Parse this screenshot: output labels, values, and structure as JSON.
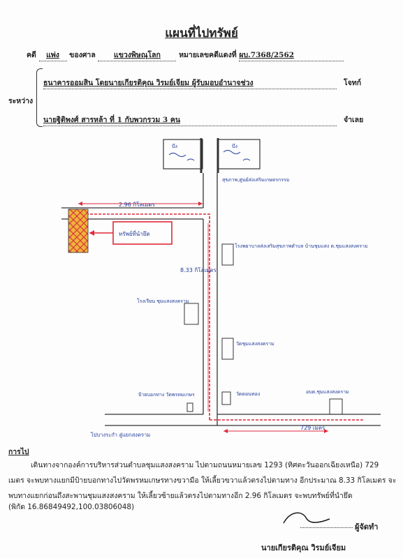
{
  "document": {
    "title": "แผนที่ไปทรัพย์",
    "case_label": "คดี",
    "case_type": "แพ่ง",
    "court_label": "ของศาล",
    "court": "แขวงพิษณุโลก",
    "case_no_label": "หมายเลขคดีแดงที่",
    "case_no": "ผบ.7368/2562",
    "between_label": "ระหว่าง",
    "plaintiff": "ธนาคารออมสิน โดยนายเกียรติคุณ วิรมย์เจียม ผู้รับมอบอำนาจช่วง",
    "plaintiff_role": "โจทก์",
    "defendant": "นายฐิติพงศ์ สารหล้า ที่ 1 กับพวกรวม 3 คน",
    "defendant_role": "จำเลย"
  },
  "map": {
    "water_label_left": "บึง",
    "water_label_right": "บึง",
    "top_label": "สุขภาพ,ศูนย์ส่งเสริมเกษตรกรรม",
    "distance_top": "2.96 กิโลเมตร",
    "distance_vertical": "8.33 กิโลเมตร",
    "distance_bottom": "729 เมตร",
    "property_label": "ทรัพย์ที่นำยึด",
    "landmark_1": "โรงพยาบาลส่งเสริมสุขภาพตำบล บ้านชุมแสง ต.ชุมแสงสงคราม",
    "landmark_2": "โรงเรียน ชุมแสงสงคราม",
    "landmark_3": "วัดชุมแสงสงคราม",
    "landmark_4": "วัดดอนทอง",
    "landmark_5": "ป้ายบอกทาง วัดพรหมเกษร",
    "landmark_6": "อบต.ชุมแสงสงคราม",
    "start_label": "ไปบางระกำ สู่แยกสงคราม"
  },
  "directions": {
    "heading": "การไป",
    "line1": "เดินทางจากองค์การบริหารส่วนตำบลชุมแสงสงคราม ไปตามถนนหมายเลข 1293 (ทิศตะวันออกเฉียงเหนือ) 729",
    "line2": "เมตร จะพบทางแยกมีป้ายบอกทางไปวัดพรหมเกษรทางขวามือ ให้เลี้ยวขวาแล้วตรงไปตามทาง อีกประมาณ 8.33 กิโลเมตร จะ",
    "line3": "พบทางแยกก่อนถึงสะพานชุมแสงสงคราม ให้เลี้ยวซ้ายแล้วตรงไปตามทางอีก 2.96 กิโลเมตร   จะพบทรัพย์ที่นำยึด",
    "coords": "(พิกัด 16.86849492,100.03806048)"
  },
  "signature": {
    "role": "ผู้จัดทำ",
    "name": "นายเกียรติคุณ  วิรมย์เจียม"
  }
}
